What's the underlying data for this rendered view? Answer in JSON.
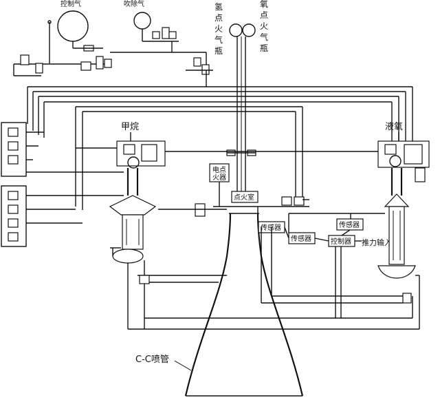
{
  "labels": {
    "control_gas": "控制气",
    "purge_gas": "吹除气",
    "h2_igniter_bottle": "氢点火气瓶",
    "o2_igniter_bottle": "氧点火气瓶",
    "methane": "甲烷",
    "lox": "液氧",
    "spark_igniter": "电点火器",
    "ignition_chamber": "点火室",
    "sensor_1": "传感器",
    "sensor_2": "传感器",
    "sensor_3": "传感器",
    "controller": "控制器",
    "thrust_input": "推力输入",
    "nozzle": "C-C喷管"
  }
}
